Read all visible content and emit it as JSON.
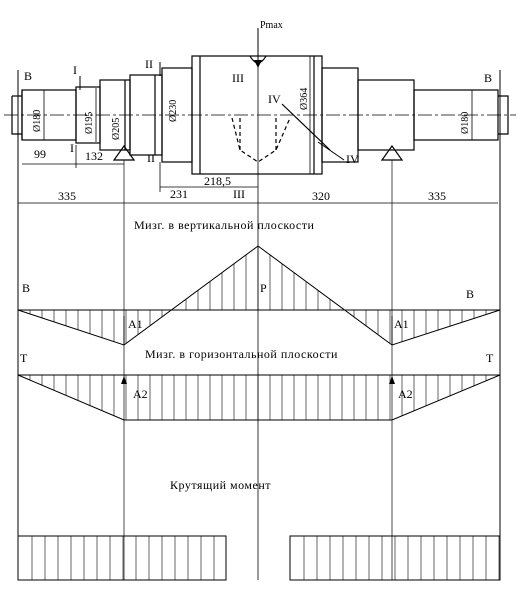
{
  "labels": {
    "p_max": "Pmax",
    "section_I": "I",
    "section_II": "II",
    "section_III": "III",
    "section_IV": "IV",
    "B": "B",
    "P": "P",
    "T": "T",
    "A1": "A1",
    "A2": "A2"
  },
  "diameters": {
    "d180_left": "Ø180",
    "d195": "Ø195",
    "d205": "Ø205",
    "d230": "Ø230",
    "d364": "Ø364",
    "d180_right": "Ø180"
  },
  "dimensions": {
    "dim_99": "99",
    "dim_132": "132",
    "dim_231": "231",
    "dim_218_5": "218,5",
    "dim_335_left": "335",
    "dim_320": "320",
    "dim_335_right": "335"
  },
  "captions": {
    "vertical": "Мизг. в вертикальной плоскости",
    "horizontal": "Мизг. в горизонтальной плоскости",
    "torque": "Крутящий момент"
  }
}
